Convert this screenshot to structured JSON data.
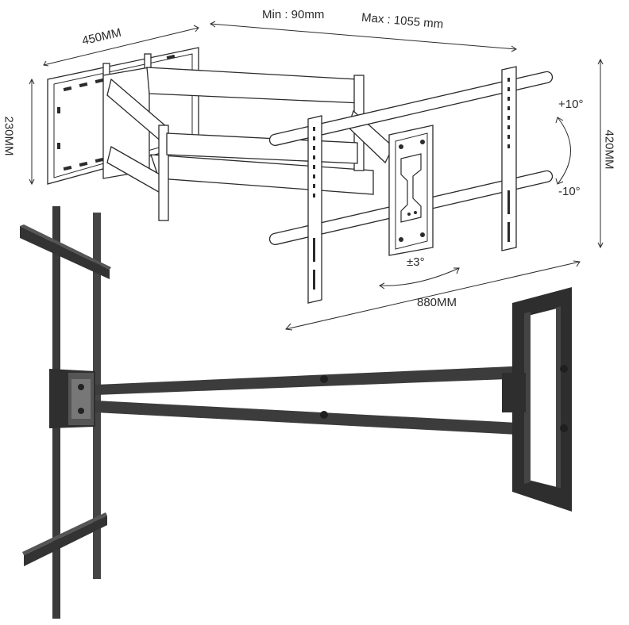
{
  "dimensions": {
    "width_top": "450MM",
    "height_left": "230MM",
    "min_extension": "Min : 90mm",
    "max_extension": "Max : 1055 mm",
    "height_right": "420MM",
    "width_bottom": "880MM"
  },
  "angles": {
    "tilt_up": "+10°",
    "tilt_down": "-10°",
    "rotation": "±3°"
  },
  "colors": {
    "line": "#2b2b2b",
    "metal_dark": "#333333",
    "metal_mid": "#4a4a4a",
    "outline_fill": "#ffffff"
  }
}
